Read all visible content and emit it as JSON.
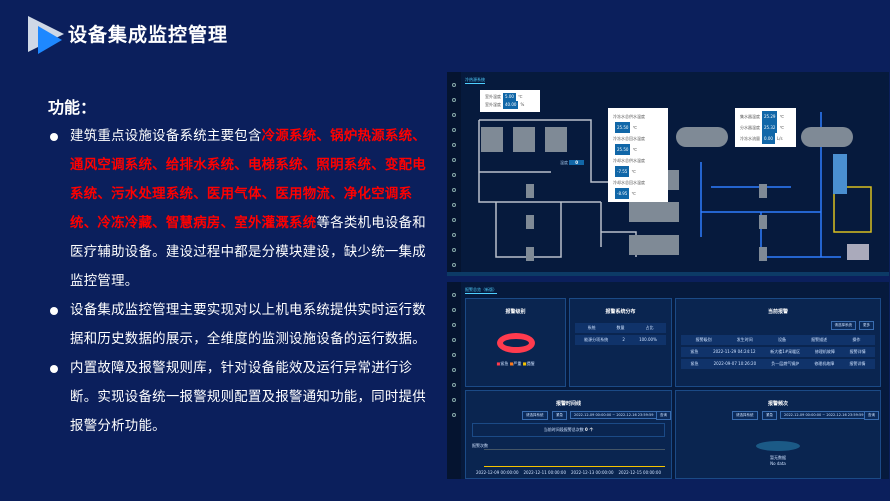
{
  "header": {
    "title": "设备集成监控管理"
  },
  "content": {
    "heading": "功能：",
    "bullets": [
      {
        "parts": [
          {
            "t": "建筑重点设施设备系统主要包含",
            "red": false
          },
          {
            "t": "冷源系统、锅炉热源系统、通风空调系统、给排水系统、电梯系统、照明系统、变配电系统、污水处理系统、医用气体、医用物流、净化空调系统、冷冻冷藏、智慧病房、室外灌溉系统",
            "red": true
          },
          {
            "t": "等各类机电设备和医疗辅助设备。建设过程中都是分模块建设，缺少统一集成监控管理。",
            "red": false
          }
        ]
      },
      {
        "parts": [
          {
            "t": "设备集成监控管理主要实现对以上机电系统提供实时运行数据和历史数据的展示，全维度的监测设施设备的运行数据。",
            "red": false
          }
        ]
      },
      {
        "parts": [
          {
            "t": "内置故障及报警规则库，针对设备能效及运行异常进行诊断。实现设备统一报警规则配置及报警通知功能，同时提供报警分析功能。",
            "red": false
          }
        ]
      }
    ]
  },
  "screen1": {
    "tab": "冷热源系统",
    "outdoor": [
      {
        "label": "室外温度",
        "value": "5.00",
        "unit": "℃"
      },
      {
        "label": "室外湿度",
        "value": "40.00",
        "unit": "%"
      }
    ],
    "water": [
      {
        "label": "冷冻水总供水温度",
        "value": "25.50",
        "unit": "℃"
      },
      {
        "label": "冷冻水总回水温度",
        "value": "25.50",
        "unit": "℃"
      },
      {
        "label": "冷却水总供水温度",
        "value": "-7.55",
        "unit": "℃"
      },
      {
        "label": "冷却水总回水温度",
        "value": "-8.95",
        "unit": "℃"
      }
    ],
    "collector": [
      {
        "label": "集水器温度",
        "value": "25.29",
        "unit": "℃"
      },
      {
        "label": "分水器温度",
        "value": "25.32",
        "unit": "℃"
      },
      {
        "label": "冷冻水流量",
        "value": "0.00",
        "unit": "L/s"
      }
    ],
    "temp_label": "温度",
    "temp_value": "0"
  },
  "screen2": {
    "tab": "报警总览（新版）",
    "level": {
      "title": "报警级别",
      "legend": [
        "紧急",
        "严重",
        "提醒"
      ],
      "colors": [
        "#ff3b4e",
        "#ff7a1a",
        "#f5c400"
      ]
    },
    "dist": {
      "title": "报警系统分布",
      "headers": [
        "系统",
        "数量",
        "占比"
      ],
      "rows": [
        [
          "能源分项系统",
          "2",
          "100.00%"
        ]
      ]
    },
    "current": {
      "title": "当前报警",
      "select": "请选择系统",
      "more": "更多",
      "headers": [
        "报警级别",
        "发生时间",
        "设备",
        "报警描述",
        "操作"
      ],
      "rows": [
        [
          "紧急",
          "2022-11-29 04:24:12",
          "新大楼1#采暖区",
          "修理机故障",
          "报警详情"
        ],
        [
          "紧急",
          "2022-09-07 10:26:20",
          "负一层燃气锅炉",
          "修理机故障",
          "报警详情"
        ]
      ]
    },
    "timeline": {
      "title": "报警时间线",
      "select": "请选择系统",
      "level": "紧急",
      "range": "2022-12-09 00:00:00 ~ 2022-12-16 23:59:59",
      "query": "查询",
      "total_label": "当前时间段报警总次数",
      "total": "0 个",
      "ylabel": "报警次数",
      "ticks": [
        "2022-12-09 00:00:00",
        "2022-12-11 00:00:00",
        "2022-12-13 00:00:00",
        "2022-12-15 00:00:00"
      ],
      "y": [
        "1",
        "0"
      ]
    },
    "freq": {
      "title": "报警频次",
      "select": "请选择系统",
      "level": "紧急",
      "range": "2022-12-09 00:00:00 ~ 2022-12-16 23:59:59",
      "query": "查询",
      "empty": "暂无数据",
      "empty_en": "No data"
    }
  }
}
